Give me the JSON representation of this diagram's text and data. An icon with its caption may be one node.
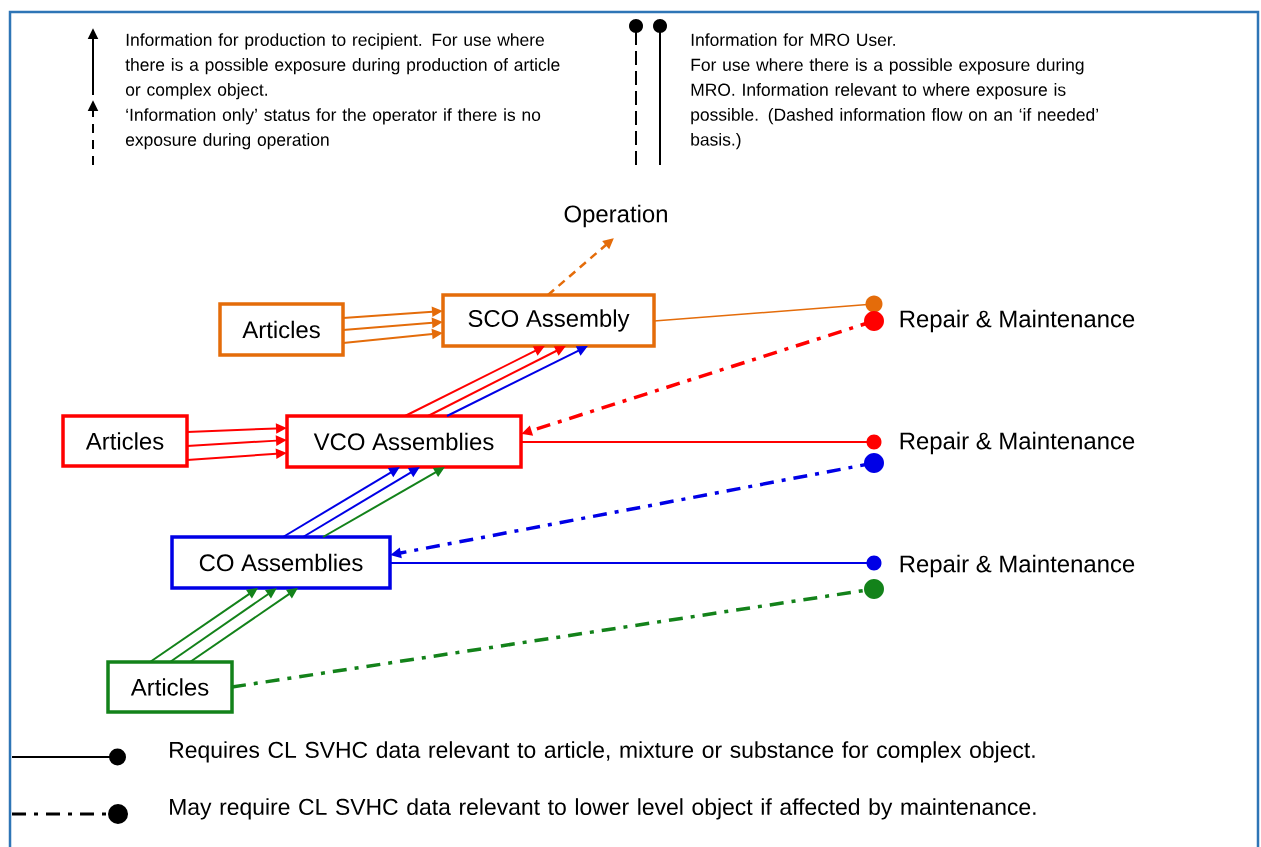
{
  "diagram": {
    "nodes": [
      {
        "text": [
          "Articles"
        ]
      },
      {
        "text": [
          "SCO Assembly"
        ]
      },
      {
        "text": [
          "Articles"
        ]
      },
      {
        "text": [
          "VCO Assemblies"
        ]
      },
      {
        "text": [
          "CO Assemblies"
        ]
      },
      {
        "text": [
          "Articles"
        ]
      },
      {
        "text": [
          "Operation"
        ]
      },
      {
        "text": [
          "Repair & Maintenance"
        ]
      },
      {
        "text": [
          "Repair & Maintenance"
        ]
      },
      {
        "text": [
          "Repair & Maintenance"
        ]
      }
    ],
    "edges": [
      {
        "from": 0,
        "to": 1,
        "arrow": "to",
        "color": "#e46c0a"
      },
      {
        "from": 0,
        "to": 1,
        "arrow": "to",
        "color": "#e46c0a"
      },
      {
        "from": 0,
        "to": 1,
        "arrow": "to",
        "color": "#e46c0a"
      },
      {
        "from": 2,
        "to": 3,
        "arrow": "to"
      },
      {
        "from": 2,
        "to": 3,
        "arrow": "to"
      },
      {
        "from": 2,
        "to": 3,
        "arrow": "to"
      },
      {
        "from": 3,
        "to": 1,
        "arrow": "to"
      },
      {
        "from": 3,
        "to": 1,
        "arrow": "to"
      },
      {
        "from": 3,
        "to": 1,
        "arrow": "to",
        "color": "#0000e6"
      },
      {
        "from": 4,
        "to": 3,
        "arrow": "to",
        "color": "#0000e6"
      },
      {
        "from": 4,
        "to": 3,
        "arrow": "to",
        "color": "#0000e6"
      },
      {
        "from": 4,
        "to": 3,
        "arrow": "to",
        "color": "#13821a"
      },
      {
        "from": 5,
        "to": 4,
        "arrow": "to",
        "color": "#13821a"
      },
      {
        "from": 5,
        "to": 4,
        "arrow": "to",
        "color": "#13821a"
      },
      {
        "from": 5,
        "to": 4,
        "arrow": "to",
        "color": "#13821a"
      },
      {
        "from": 1,
        "to": 6,
        "arrow": "to",
        "style": "dashed",
        "color": "#e46c0a"
      },
      {
        "from": 1,
        "to": 7,
        "arrow": "other",
        "color": "#e46c0a"
      },
      {
        "from": 7,
        "to": 3,
        "arrow": "to",
        "style": "dashed"
      },
      {
        "from": 3,
        "to": 8,
        "arrow": "other"
      },
      {
        "from": 8,
        "to": 4,
        "arrow": "to",
        "style": "dashed",
        "color": "#0000e6"
      },
      {
        "from": 4,
        "to": 9,
        "arrow": "other",
        "color": "#0000e6"
      },
      {
        "from": 5,
        "to": 9,
        "arrow": "other",
        "style": "dashed",
        "color": "#13821a"
      }
    ],
    "labels": [
      "For use where there is a possible exposure during MRO. Information relevant to where exposure is possible. (Dashed information flow on an ‘if needed’ basis.)"
    ],
    "legend": [
      {
        "text": "Information for production to recipient. For use where there is a possible exposure during production of article or complex object."
      },
      {
        "text": "‘Information only’ status for the operator if there is no exposure during operation"
      },
      {
        "text": "Information for MRO User."
      },
      {
        "text": "Requires CL SVHC data relevant to article, mixture or substance for complex object."
      },
      {
        "text": "May require CL SVHC data relevant to lower level object if affected by maintenance."
      }
    ]
  }
}
